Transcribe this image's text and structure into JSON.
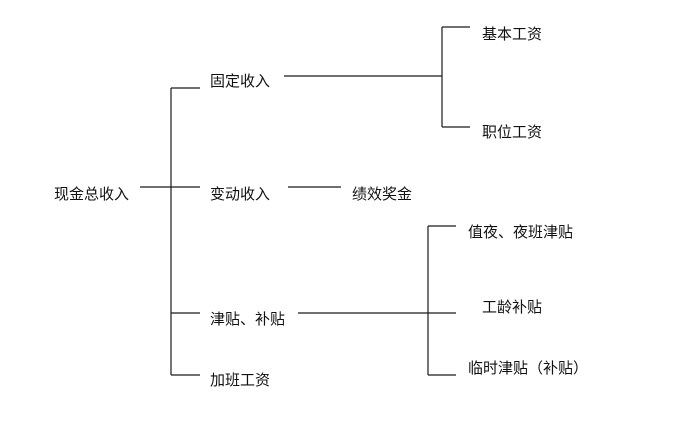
{
  "root": {
    "label": "现金总收入"
  },
  "level1": [
    {
      "id": "fixed",
      "label": "固定收入"
    },
    {
      "id": "variable",
      "label": "变动收入"
    },
    {
      "id": "allowance",
      "label": "津贴、补贴"
    },
    {
      "id": "overtime",
      "label": "加班工资"
    }
  ],
  "level2": {
    "fixed": [
      {
        "label": "基本工资"
      },
      {
        "label": "职位工资"
      }
    ],
    "variable": [
      {
        "label": "绩效奖金"
      }
    ],
    "allowance": [
      {
        "label": "值夜、夜班津贴"
      },
      {
        "label": "工龄补贴"
      },
      {
        "label": "临时津贴（补贴）"
      }
    ]
  }
}
